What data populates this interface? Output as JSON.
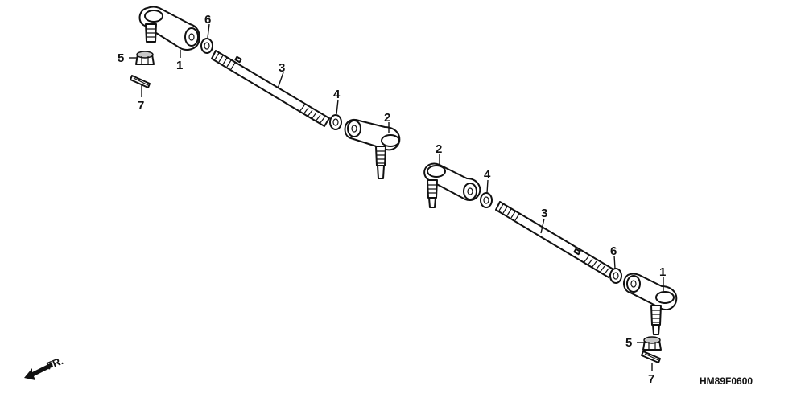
{
  "callouts": {
    "left_assembly": [
      {
        "num": "1"
      },
      {
        "num": "6"
      },
      {
        "num": "5"
      },
      {
        "num": "7"
      },
      {
        "num": "3"
      },
      {
        "num": "4"
      },
      {
        "num": "2"
      }
    ],
    "right_assembly": [
      {
        "num": "2"
      },
      {
        "num": "4"
      },
      {
        "num": "3"
      },
      {
        "num": "6"
      },
      {
        "num": "1"
      },
      {
        "num": "5"
      },
      {
        "num": "7"
      }
    ]
  },
  "front_indicator": "FR.",
  "diagram_code": "HM89F0600"
}
